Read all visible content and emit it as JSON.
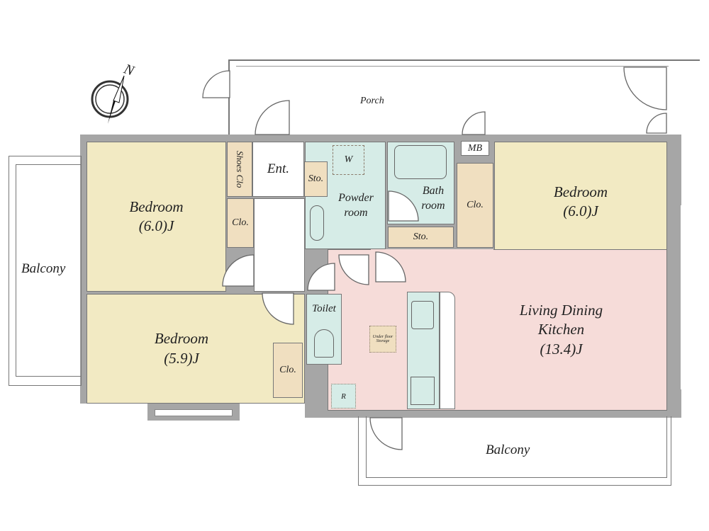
{
  "compass": {
    "label": "N"
  },
  "rooms": {
    "porch": "Porch",
    "entrance": "Ent.",
    "shoes_closet": "Shoes Clo",
    "storage_entrance": "Sto.",
    "powder_room": "Powder room",
    "washer": "W",
    "bathroom": "Bath room",
    "storage_bath": "Sto.",
    "meter_box": "MB",
    "closet_right": "Clo.",
    "bedroom_right": {
      "name": "Bedroom",
      "size": "(6.0)J"
    },
    "bedroom_top_left": {
      "name": "Bedroom",
      "size": "(6.0)J"
    },
    "closet_top_left": "Clo.",
    "bedroom_bottom_left": {
      "name": "Bedroom",
      "size": "(5.9)J"
    },
    "closet_bottom_left": "Clo.",
    "toilet": "Toilet",
    "ldk": {
      "name1": "Living Dining",
      "name2": "Kitchen",
      "size": "(13.4)J"
    },
    "under_floor_storage": "Under floor Storage",
    "refrigerator": "R",
    "balcony_left": "Balcony",
    "balcony_bottom": "Balcony"
  }
}
